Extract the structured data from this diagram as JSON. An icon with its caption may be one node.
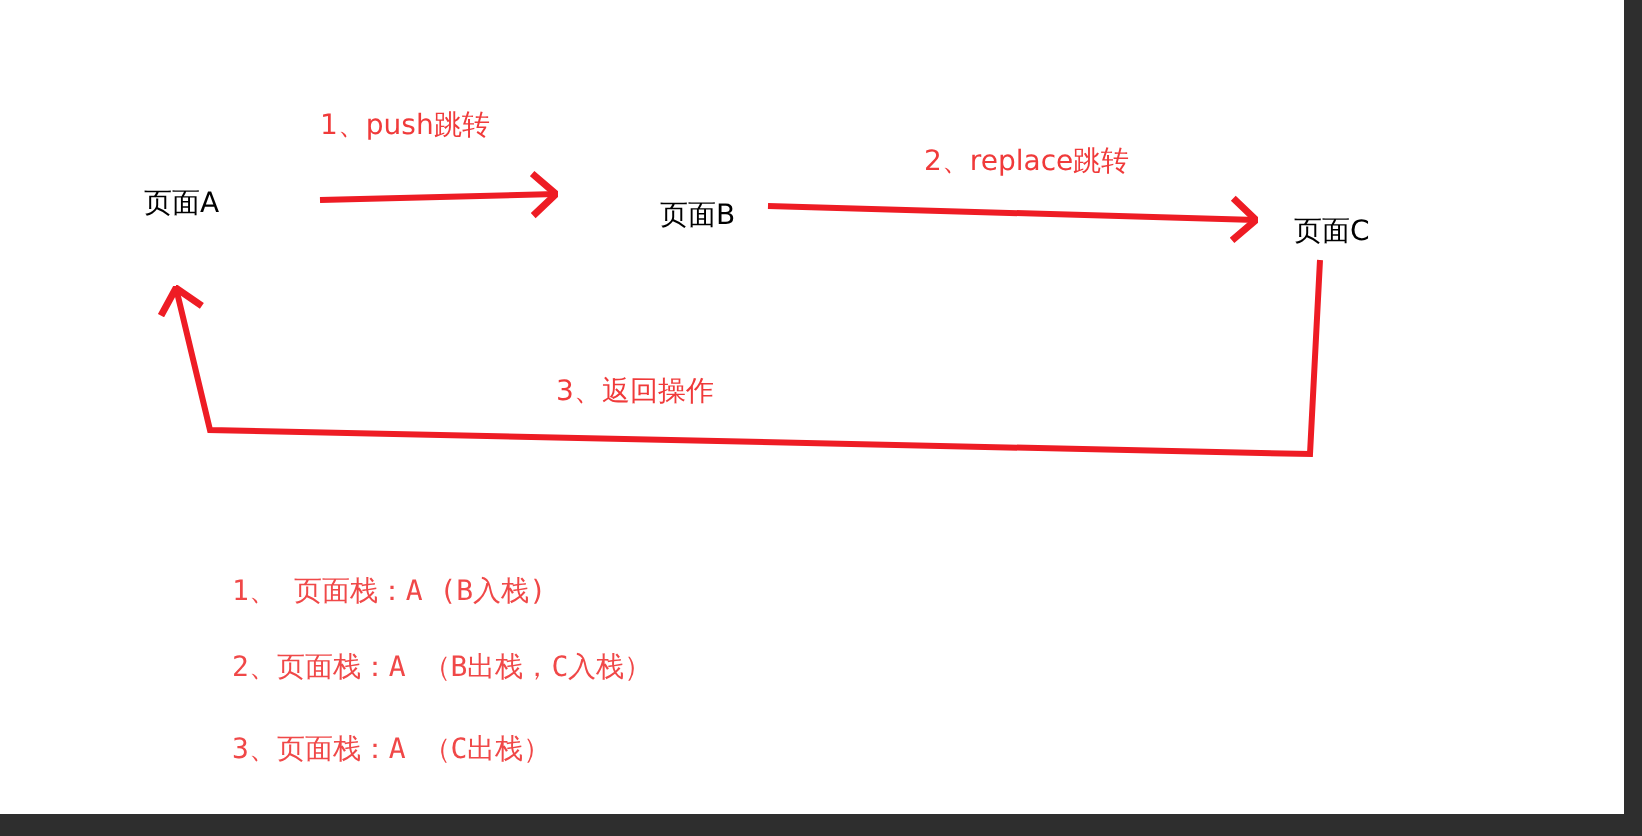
{
  "diagram": {
    "nodes": [
      {
        "text": [
          "页面A"
        ]
      },
      {
        "text": [
          "页面B"
        ]
      },
      {
        "text": [
          "页面C"
        ]
      }
    ],
    "edges": [
      {
        "from": 0,
        "to": 1,
        "arrow": "to",
        "label": "1、push跳转"
      },
      {
        "from": 1,
        "to": 2,
        "arrow": "to",
        "label": "2、replace跳转"
      },
      {
        "from": 2,
        "to": 0,
        "arrow": "to",
        "label": "3、返回操作"
      }
    ],
    "labels": [
      "1、 页面栈：A (B入栈)",
      "2、页面栈：A （B出栈，C入栈）",
      "3、页面栈：A （C出栈）"
    ]
  }
}
